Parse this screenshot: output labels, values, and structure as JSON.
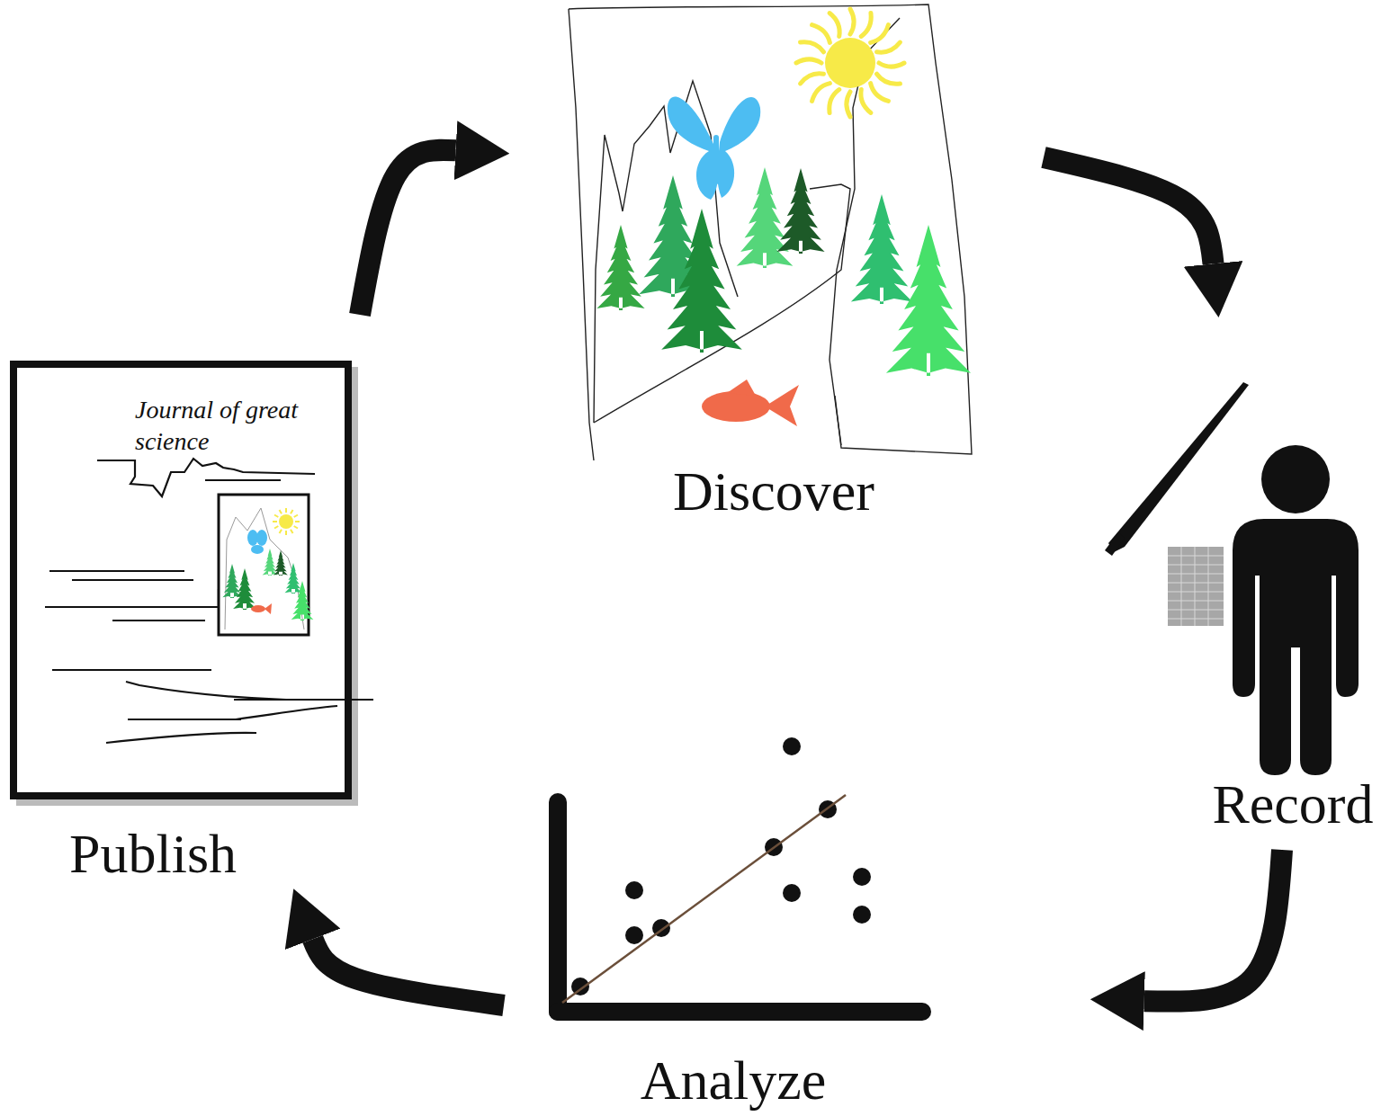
{
  "diagram": {
    "nodes": [
      {
        "text": [
          "Discover"
        ]
      },
      {
        "text": [
          "Journal of great science",
          "Publish"
        ]
      },
      {
        "text": [
          "Record"
        ]
      },
      {
        "text": [
          "Analyze"
        ]
      }
    ],
    "edges": [
      {
        "from": 0,
        "to": 2,
        "arrow": "to"
      },
      {
        "from": 2,
        "to": 3,
        "arrow": "to"
      },
      {
        "from": 3,
        "to": 1,
        "arrow": "to"
      },
      {
        "from": 1,
        "to": 0,
        "arrow": "to"
      }
    ]
  }
}
